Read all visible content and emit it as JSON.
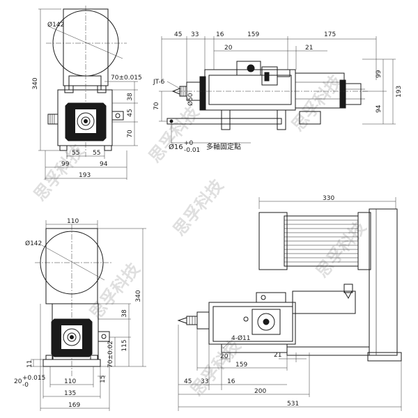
{
  "top_left_view": {
    "diameter": "Ø142",
    "height_total": "340",
    "tolerance_70": "70±0.015",
    "dim_38": "38",
    "dim_45": "45",
    "dim_70": "70",
    "dim_55_left": "55",
    "dim_55_right": "55",
    "dim_99": "99",
    "dim_94": "94",
    "dim_193": "193"
  },
  "top_right_view": {
    "dim_45": "45",
    "dim_33": "33",
    "dim_16": "16",
    "dim_159": "159",
    "dim_175": "175",
    "dim_20": "20",
    "dim_21": "21",
    "label_jt": "JT-6",
    "dia_50": "Ø50",
    "dim_70": "70",
    "dim_99": "99",
    "dim_94": "94",
    "dim_193": "193",
    "note_prefix": "Ø16",
    "note_tol_upper": "+0",
    "note_tol_lower": "-0.01",
    "note_text": "多軸固定點"
  },
  "bottom_left_view": {
    "dim_110_top": "110",
    "diameter": "Ø142",
    "height_total": "340",
    "dim_38": "38",
    "dim_115": "115",
    "tolerance_70": "70±0.02",
    "dim_11": "11",
    "dim_20_tol": "20",
    "dim_20_tol_upper": "+0.015",
    "dim_20_tol_lower": "-0",
    "dim_15": "15",
    "dim_110": "110",
    "dim_135": "135",
    "dim_169": "169"
  },
  "bottom_right_view": {
    "dim_330": "330",
    "holes": "4-Ø11",
    "dim_20": "20",
    "dim_21": "21",
    "dim_159": "159",
    "dim_45": "45",
    "dim_33": "33",
    "dim_16": "16",
    "dim_200": "200",
    "dim_531": "531"
  },
  "watermark": "思孚科技"
}
